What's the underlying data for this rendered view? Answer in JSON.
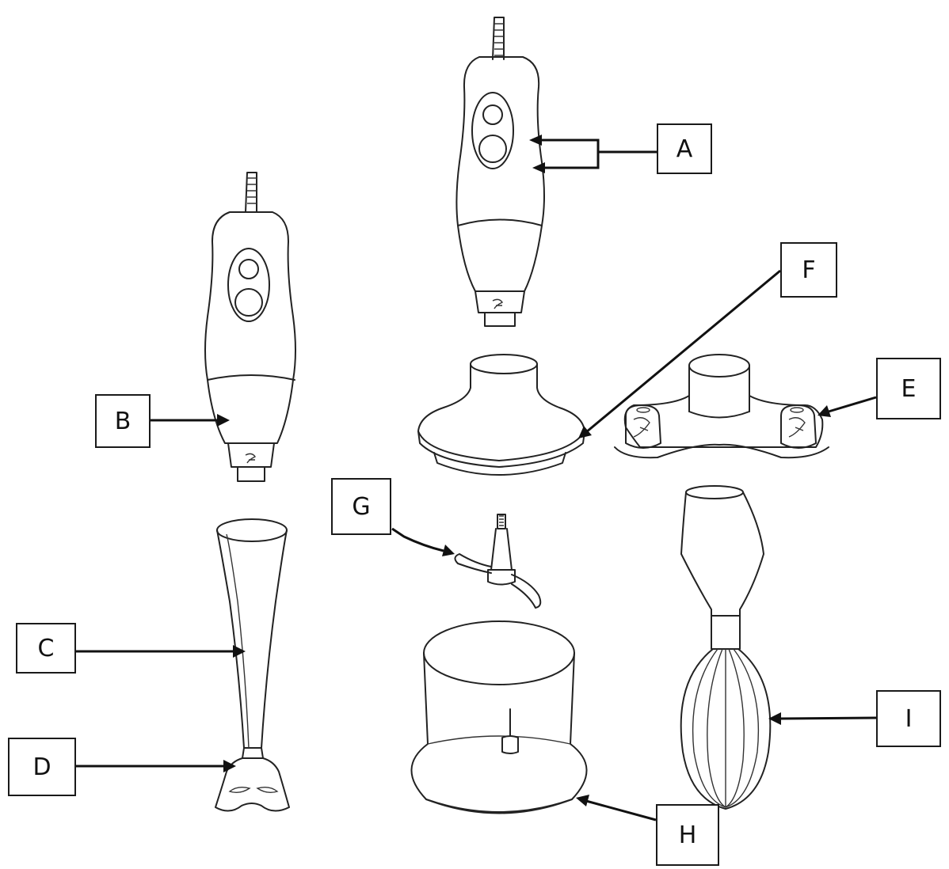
{
  "labels": {
    "A": "A",
    "B": "B",
    "C": "C",
    "D": "D",
    "E": "E",
    "F": "F",
    "G": "G",
    "H": "H",
    "I": "I"
  },
  "colors": {
    "line": "#222222",
    "background": "#ffffff"
  }
}
